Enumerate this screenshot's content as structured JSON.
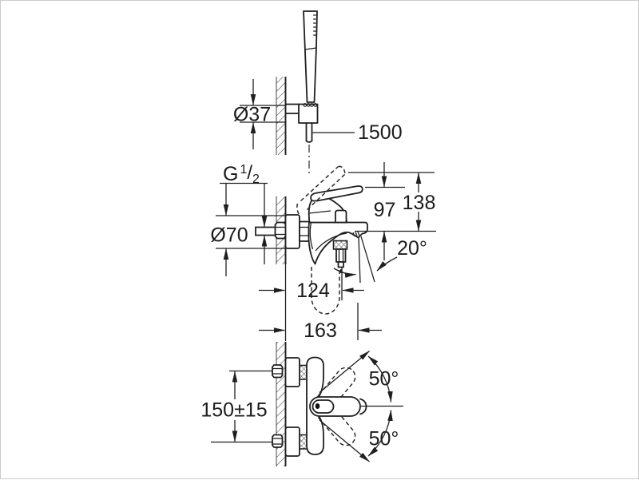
{
  "page": {
    "background": "#ffffff",
    "border_color": "#cccccc",
    "line_color": "#1f1f1f"
  },
  "views": {
    "hand_shower_top": {
      "dimensions": {
        "holder_diameter": "Ø37",
        "hose_length": "1500"
      }
    },
    "mixer_side": {
      "dimensions": {
        "thread": {
          "letter": "G",
          "numerator": "1",
          "slash": "/",
          "denominator": "2"
        },
        "rosette_diameter": "Ø70",
        "height_to_body_top": "97",
        "height_to_lever_top": "138",
        "outlet_angle": "20°",
        "wall_to_outlet": "124",
        "wall_to_spout_tip": "163"
      }
    },
    "mixer_front": {
      "dimensions": {
        "connection_centers": "150±15",
        "lever_swing_up": "50°",
        "lever_swing_down": "50°"
      }
    }
  }
}
